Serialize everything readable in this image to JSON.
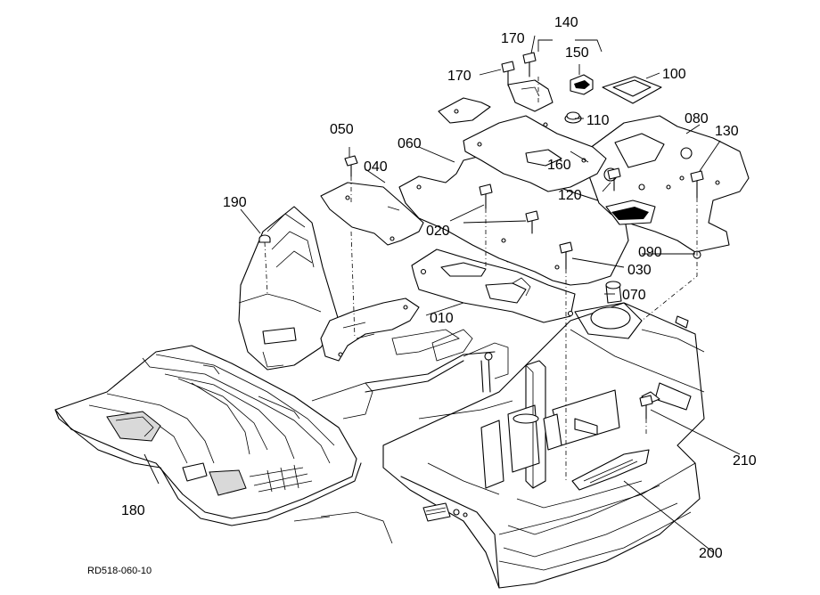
{
  "labels": {
    "l010": "010",
    "l020": "020",
    "l030": "030",
    "l040": "040",
    "l050": "050",
    "l060": "060",
    "l070": "070",
    "l080": "080",
    "l090": "090",
    "l100": "100",
    "l110": "110",
    "l120": "120",
    "l130": "130",
    "l140": "140",
    "l150": "150",
    "l160": "160",
    "l170a": "170",
    "l170b": "170",
    "l180": "180",
    "l190": "190",
    "l200": "200",
    "l210": "210"
  },
  "reference": "RD518-060-10"
}
